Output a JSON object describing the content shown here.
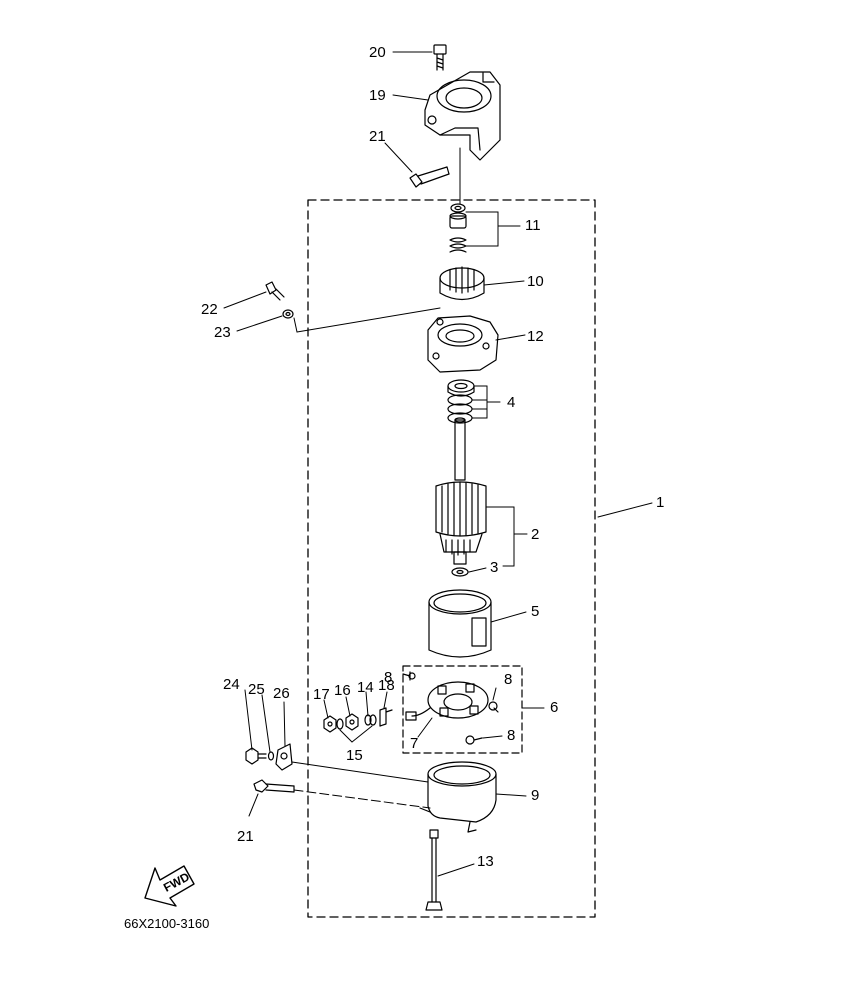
{
  "diagram": {
    "part_code": "66X2100-3160",
    "fwd_label": "FWD",
    "callouts": [
      {
        "id": "callout-1",
        "text": "1"
      },
      {
        "id": "callout-2",
        "text": "2"
      },
      {
        "id": "callout-3",
        "text": "3"
      },
      {
        "id": "callout-4",
        "text": "4"
      },
      {
        "id": "callout-5",
        "text": "5"
      },
      {
        "id": "callout-6",
        "text": "6"
      },
      {
        "id": "callout-7",
        "text": "7"
      },
      {
        "id": "callout-8a",
        "text": "8"
      },
      {
        "id": "callout-8b",
        "text": "8"
      },
      {
        "id": "callout-8c",
        "text": "8"
      },
      {
        "id": "callout-9",
        "text": "9"
      },
      {
        "id": "callout-10",
        "text": "10"
      },
      {
        "id": "callout-11",
        "text": "11"
      },
      {
        "id": "callout-12",
        "text": "12"
      },
      {
        "id": "callout-13",
        "text": "13"
      },
      {
        "id": "callout-14",
        "text": "14"
      },
      {
        "id": "callout-15",
        "text": "15"
      },
      {
        "id": "callout-16",
        "text": "16"
      },
      {
        "id": "callout-17",
        "text": "17"
      },
      {
        "id": "callout-18",
        "text": "18"
      },
      {
        "id": "callout-19",
        "text": "19"
      },
      {
        "id": "callout-20",
        "text": "20"
      },
      {
        "id": "callout-21a",
        "text": "21"
      },
      {
        "id": "callout-21b",
        "text": "21"
      },
      {
        "id": "callout-22",
        "text": "22"
      },
      {
        "id": "callout-23",
        "text": "23"
      },
      {
        "id": "callout-24",
        "text": "24"
      },
      {
        "id": "callout-25",
        "text": "25"
      },
      {
        "id": "callout-26",
        "text": "26"
      }
    ]
  }
}
